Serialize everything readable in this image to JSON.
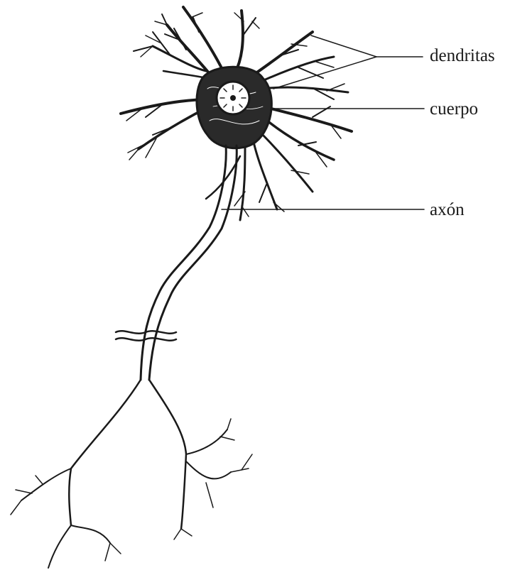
{
  "labels": {
    "dendrites": "dendritas",
    "body": "cuerpo",
    "axon": "axón"
  },
  "colors": {
    "ink": "#1a1a1a",
    "paper": "#ffffff"
  }
}
